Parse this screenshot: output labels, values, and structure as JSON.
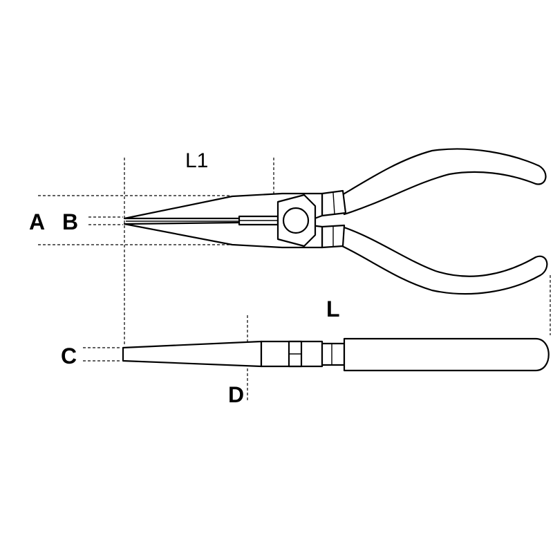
{
  "labels": {
    "l1": "L1",
    "a": "A",
    "b": "B",
    "l": "L",
    "c": "C",
    "d": "D"
  },
  "colors": {
    "line": "#000000",
    "background": "#ffffff"
  }
}
